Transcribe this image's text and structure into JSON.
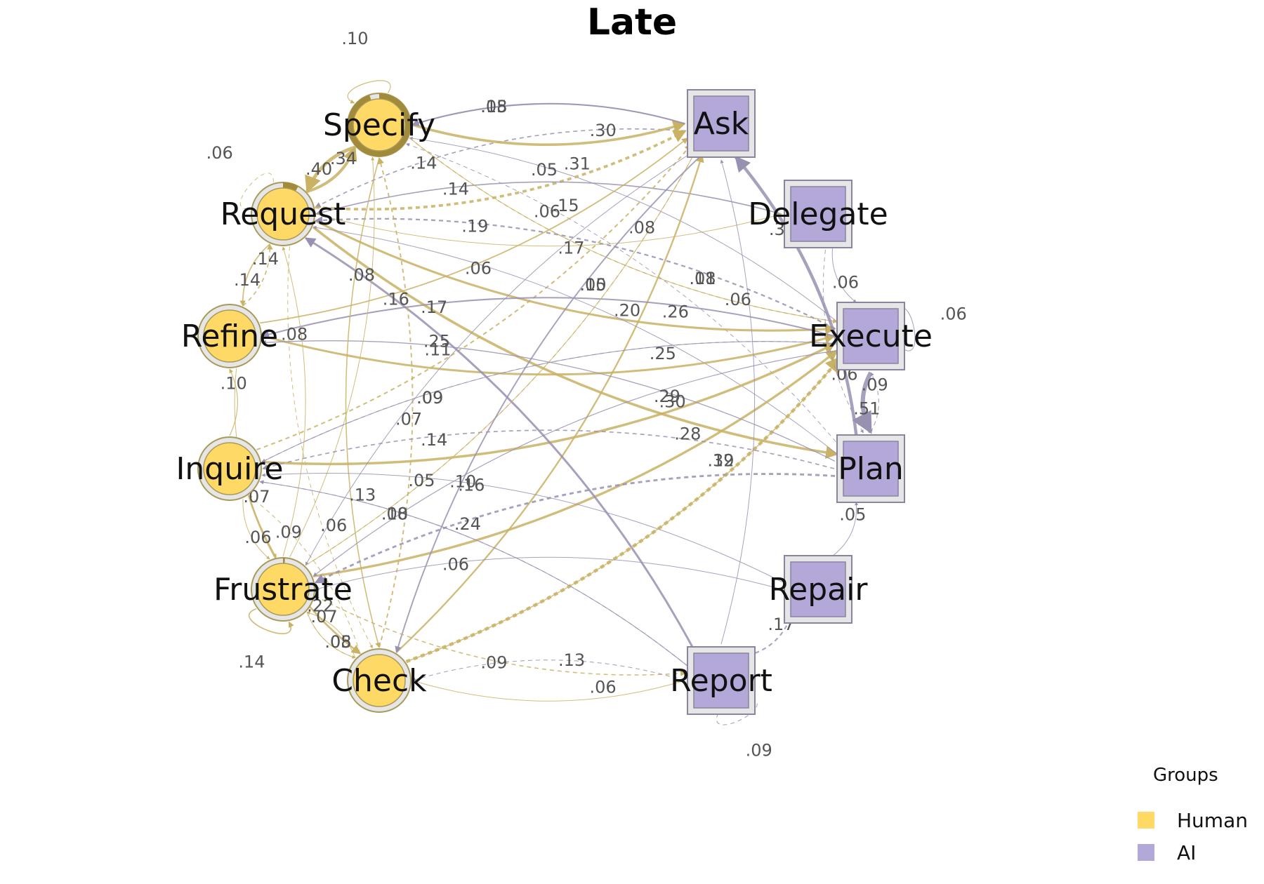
{
  "title": "Late",
  "legend": {
    "title": "Groups",
    "items": [
      {
        "label": "Human",
        "color": "#FFD966"
      },
      {
        "label": "AI",
        "color": "#B3A8D8"
      }
    ]
  },
  "colors": {
    "human_fill": "#FFD966",
    "ai_fill": "#B3A8D8",
    "human_edge": "#C9B264",
    "ai_edge": "#9991B1",
    "ring": "#E6E6E6"
  },
  "nodes": [
    {
      "id": "Specify",
      "label": "Specify",
      "group": "Human",
      "shape": "circle",
      "pie": 0.95
    },
    {
      "id": "Request",
      "label": "Request",
      "group": "Human",
      "shape": "circle",
      "pie": 0.08
    },
    {
      "id": "Refine",
      "label": "Refine",
      "group": "Human",
      "shape": "circle",
      "pie": 0.0
    },
    {
      "id": "Inquire",
      "label": "Inquire",
      "group": "Human",
      "shape": "circle",
      "pie": 0.0
    },
    {
      "id": "Frustrate",
      "label": "Frustrate",
      "group": "Human",
      "shape": "circle",
      "pie": 0.01
    },
    {
      "id": "Check",
      "label": "Check",
      "group": "Human",
      "shape": "circle",
      "pie": 0.0
    },
    {
      "id": "Ask",
      "label": "Ask",
      "group": "AI",
      "shape": "square"
    },
    {
      "id": "Delegate",
      "label": "Delegate",
      "group": "AI",
      "shape": "square"
    },
    {
      "id": "Execute",
      "label": "Execute",
      "group": "AI",
      "shape": "square"
    },
    {
      "id": "Plan",
      "label": "Plan",
      "group": "AI",
      "shape": "square"
    },
    {
      "id": "Repair",
      "label": "Repair",
      "group": "AI",
      "shape": "square"
    },
    {
      "id": "Report",
      "label": "Report",
      "group": "AI",
      "shape": "square"
    }
  ],
  "edges": [
    {
      "from": "Specify",
      "to": "Specify",
      "weight": 0.1,
      "label": ".10"
    },
    {
      "from": "Request",
      "to": "Request",
      "weight": 0.06,
      "label": ".06"
    },
    {
      "from": "Frustrate",
      "to": "Frustrate",
      "weight": 0.14,
      "label": ".14"
    },
    {
      "from": "Execute",
      "to": "Execute",
      "weight": 0.06,
      "label": ".06"
    },
    {
      "from": "Report",
      "to": "Report",
      "weight": 0.09,
      "label": ".09"
    },
    {
      "from": "Request",
      "to": "Specify",
      "weight": 0.34,
      "label": ".34"
    },
    {
      "from": "Specify",
      "to": "Request",
      "weight": 0.4,
      "label": ".40"
    },
    {
      "from": "Ask",
      "to": "Request",
      "weight": 0.14,
      "label": ".14"
    },
    {
      "from": "Ask",
      "to": "Specify",
      "weight": 0.05,
      "label": ".05"
    },
    {
      "from": "Specify",
      "to": "Ask",
      "weight": 0.3,
      "label": ".30"
    },
    {
      "from": "Plan",
      "to": "Specify",
      "weight": 0.06,
      "label": ".06"
    },
    {
      "from": "Execute",
      "to": "Specify",
      "weight": 0.05,
      "label": ".05"
    },
    {
      "from": "Ask",
      "to": "Specify",
      "weight": 0.18,
      "label": ".18"
    },
    {
      "from": "Request",
      "to": "Ask",
      "weight": 0.31,
      "label": ".31"
    },
    {
      "from": "Delegate",
      "to": "Request",
      "weight": 0.14,
      "label": ".14"
    },
    {
      "from": "Refine",
      "to": "Ask",
      "weight": 0.15,
      "label": ".15"
    },
    {
      "from": "Inquire",
      "to": "Ask",
      "weight": 0.17,
      "label": ".17"
    },
    {
      "from": "Specify",
      "to": "Execute",
      "weight": 0.08,
      "label": ".08"
    },
    {
      "from": "Request",
      "to": "Execute",
      "weight": 0.26,
      "label": ".26"
    },
    {
      "from": "Frustrate",
      "to": "Ask",
      "weight": 0.1,
      "label": ".10"
    },
    {
      "from": "Check",
      "to": "Ask",
      "weight": 0.2,
      "label": ".20"
    },
    {
      "from": "Request",
      "to": "Plan",
      "weight": 0.3,
      "label": ".30"
    },
    {
      "from": "Execute",
      "to": "Request",
      "weight": 0.19,
      "label": ".19"
    },
    {
      "from": "Plan",
      "to": "Request",
      "weight": 0.06,
      "label": ".06"
    },
    {
      "from": "Refine",
      "to": "Execute",
      "weight": 0.25,
      "label": ".25"
    },
    {
      "from": "Specify",
      "to": "Execute",
      "weight": 0.11,
      "label": ".11"
    },
    {
      "from": "Inquire",
      "to": "Execute",
      "weight": 0.29,
      "label": ".29"
    },
    {
      "from": "Frustrate",
      "to": "Execute",
      "weight": 0.28,
      "label": ".28"
    },
    {
      "from": "Check",
      "to": "Execute",
      "weight": 0.39,
      "label": ".39"
    },
    {
      "from": "Request",
      "to": "Delegate",
      "weight": 0.08,
      "label": ".08"
    },
    {
      "from": "Execute",
      "to": "Plan",
      "weight": 0.51,
      "label": ".51"
    },
    {
      "from": "Plan",
      "to": "Execute",
      "weight": 0.09,
      "label": ".09"
    },
    {
      "from": "Plan",
      "to": "Ask",
      "weight": 0.37,
      "label": ".37"
    },
    {
      "from": "Request",
      "to": "Refine",
      "weight": 0.14,
      "label": ".14"
    },
    {
      "from": "Refine",
      "to": "Request",
      "weight": 0.14,
      "label": ".14"
    },
    {
      "from": "Plan",
      "to": "Refine",
      "weight": 0.11,
      "label": ".11"
    },
    {
      "from": "Execute",
      "to": "Refine",
      "weight": 0.17,
      "label": ".17"
    },
    {
      "from": "Execute",
      "to": "Inquire",
      "weight": 0.09,
      "label": ".09"
    },
    {
      "from": "Inquire",
      "to": "Refine",
      "weight": 0.1,
      "label": ".10"
    },
    {
      "from": "Inquire",
      "to": "Check",
      "weight": 0.22,
      "label": ".22"
    },
    {
      "from": "Check",
      "to": "Inquire",
      "weight": 0.09,
      "label": ".09"
    },
    {
      "from": "Report",
      "to": "Request",
      "weight": 0.25,
      "label": ".25"
    },
    {
      "from": "Frustrate",
      "to": "Request",
      "weight": 0.08,
      "label": ".08"
    },
    {
      "from": "Check",
      "to": "Specify",
      "weight": 0.16,
      "label": ".16"
    },
    {
      "from": "Specify",
      "to": "Check",
      "weight": 0.13,
      "label": ".13"
    },
    {
      "from": "Frustrate",
      "to": "Specify",
      "weight": 0.08,
      "label": ".08"
    },
    {
      "from": "Request",
      "to": "Check",
      "weight": 0.06,
      "label": ".06"
    },
    {
      "from": "Execute",
      "to": "Frustrate",
      "weight": 0.1,
      "label": ".10"
    },
    {
      "from": "Report",
      "to": "Inquire",
      "weight": 0.1,
      "label": ".10"
    },
    {
      "from": "Plan",
      "to": "Inquire",
      "weight": 0.14,
      "label": ".14"
    },
    {
      "from": "Execute",
      "to": "Inquire",
      "weight": 0.09,
      "label": ".09"
    },
    {
      "from": "Ask",
      "to": "Frustrate",
      "weight": 0.07,
      "label": ".07"
    },
    {
      "from": "Plan",
      "to": "Frustrate",
      "weight": 0.24,
      "label": ".24"
    },
    {
      "from": "Frustrate",
      "to": "Ask",
      "weight": 0.05,
      "label": ".05"
    },
    {
      "from": "Ask",
      "to": "Check",
      "weight": 0.16,
      "label": ".16"
    },
    {
      "from": "Report",
      "to": "Inquire",
      "weight": 0.08,
      "label": ".08"
    },
    {
      "from": "Repair",
      "to": "Inquire",
      "weight": 0.05,
      "label": ".05"
    },
    {
      "from": "Repair",
      "to": "Frustrate",
      "weight": 0.06,
      "label": ".06"
    },
    {
      "from": "Frustrate",
      "to": "Report",
      "weight": 0.13,
      "label": ".13"
    },
    {
      "from": "Frustrate",
      "to": "Check",
      "weight": 0.05,
      "label": ".05"
    },
    {
      "from": "Check",
      "to": "Frustrate",
      "weight": 0.07,
      "label": ".07"
    },
    {
      "from": "Frustrate",
      "to": "Check",
      "weight": 0.08,
      "label": ".08"
    },
    {
      "from": "Inquire",
      "to": "Frustrate",
      "weight": 0.06,
      "label": ".06"
    },
    {
      "from": "Refine",
      "to": "Frustrate",
      "weight": 0.07,
      "label": ".07"
    },
    {
      "from": "Report",
      "to": "Check",
      "weight": 0.09,
      "label": ".09"
    },
    {
      "from": "Check",
      "to": "Execute",
      "weight": 0.12,
      "label": ".12"
    },
    {
      "from": "Check",
      "to": "Report",
      "weight": 0.06,
      "label": ".06"
    },
    {
      "from": "Report",
      "to": "Repair",
      "weight": 0.17,
      "label": ".17"
    },
    {
      "from": "Repair",
      "to": "Plan",
      "weight": 0.05,
      "label": ".05"
    },
    {
      "from": "Report",
      "to": "Ask",
      "weight": 0.06,
      "label": ".06"
    },
    {
      "from": "Delegate",
      "to": "Plan",
      "weight": 0.06,
      "label": ".06"
    },
    {
      "from": "Delegate",
      "to": "Execute",
      "weight": 0.06,
      "label": ".06"
    }
  ],
  "edge_label_overrides": []
}
